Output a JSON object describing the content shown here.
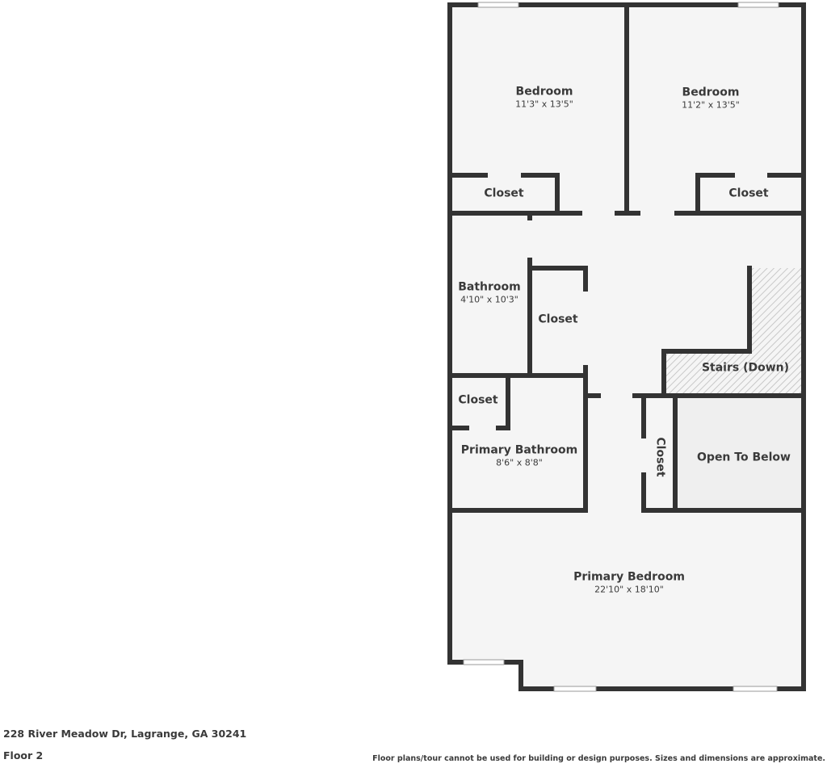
{
  "plan": {
    "colors": {
      "wall": "#333333",
      "floor": "#f5f5f5",
      "open_to_below": "#efefef",
      "stairs_hatch": "#cfcfcf",
      "text": "#3a3a3a"
    },
    "rooms": [
      {
        "name": "Bedroom",
        "dims": "11'3\" x 13'5\""
      },
      {
        "name": "Bedroom",
        "dims": "11'2\" x 13'5\""
      },
      {
        "name": "Closet"
      },
      {
        "name": "Closet"
      },
      {
        "name": "Bathroom",
        "dims": "4'10\" x 10'3\""
      },
      {
        "name": "Closet"
      },
      {
        "name": "Stairs (Down)"
      },
      {
        "name": "Closet"
      },
      {
        "name": "Primary Bathroom",
        "dims": "8'6\" x 8'8\""
      },
      {
        "name": "Closet"
      },
      {
        "name": "Open To Below"
      },
      {
        "name": "Primary Bedroom",
        "dims": "22'10\" x 18'10\""
      }
    ]
  },
  "footer": {
    "address": "228 River Meadow Dr, Lagrange, GA 30241",
    "floor": "Floor 2",
    "disclaimer": "Floor plans/tour cannot be used for building or design purposes. Sizes and dimensions are approximate."
  }
}
